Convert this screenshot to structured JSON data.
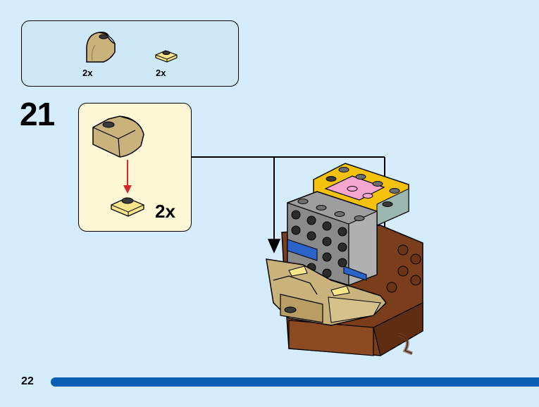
{
  "parts_list": {
    "items": [
      {
        "qty": "2x",
        "icon": "tan-curved-slope-brick-icon"
      },
      {
        "qty": "2x",
        "icon": "yellow-plate-1x1-icon"
      }
    ]
  },
  "step": {
    "number": "21",
    "subassembly_qty": "2x"
  },
  "page": {
    "number": "22"
  },
  "colors": {
    "background": "#d4ecfb",
    "callout": "#fdf7d6",
    "page_bar": "#0a5fb4",
    "arrow": "#d8262b"
  }
}
